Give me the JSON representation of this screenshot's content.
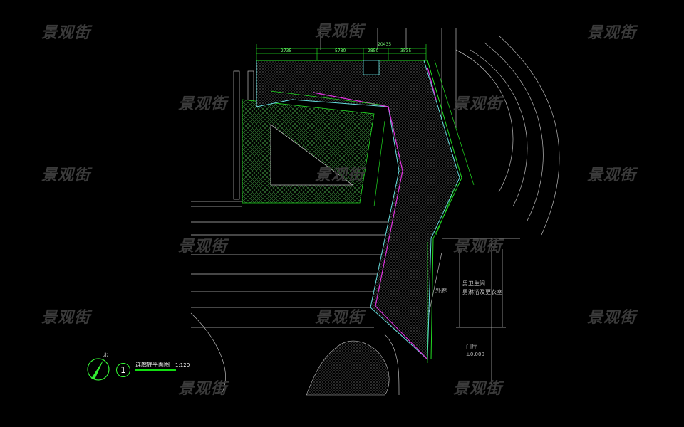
{
  "watermark": "景观街",
  "drawing": {
    "title": "连廊底平面图",
    "scale": "1:120",
    "number": "1",
    "north_label": "北"
  },
  "rooms": {
    "restroom": "男卫生间",
    "shower": "男淋浴及更衣室",
    "corridor": "外廊",
    "lobby": "门厅",
    "lobby_level": "±0.000"
  },
  "dimensions": {
    "total": "20435",
    "d1": "2735",
    "d2": "5780",
    "d3": "2850",
    "d4": "3535"
  },
  "colors": {
    "line_green": "#22dd22",
    "hatch_cyan": "#66dddd",
    "magenta": "#dd33dd",
    "white": "#dddddd"
  }
}
